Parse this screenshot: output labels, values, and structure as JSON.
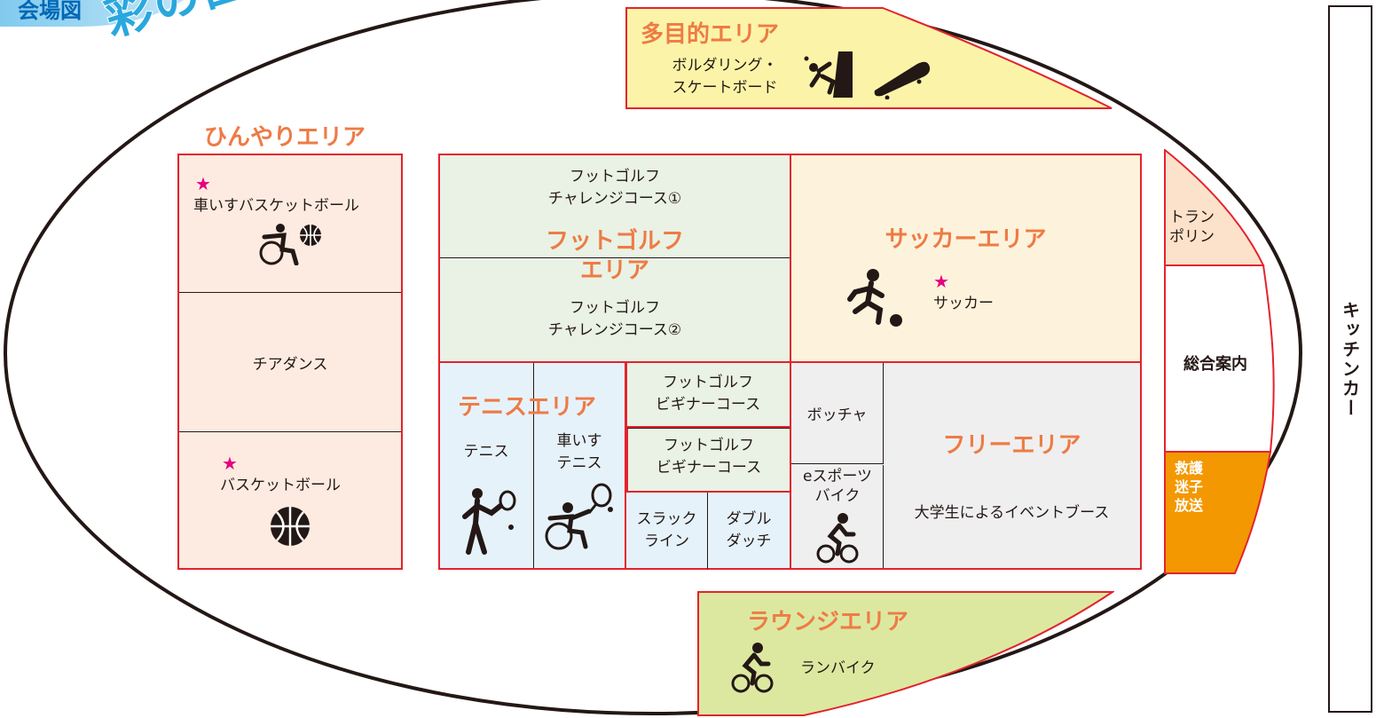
{
  "corner_label": "会場図",
  "banner": "彩の国くまがやドーム",
  "kitchen_car": "キッチンカー",
  "colors": {
    "title_orange": "#ee7b45",
    "border_red": "#e3232e",
    "star_pink": "#e5007f",
    "banner_blue": "#2aa7df"
  },
  "areas": {
    "multipurpose": {
      "title": "多目的エリア",
      "label": "ボルダリング・\nスケートボード",
      "icons": [
        "climbing-icon",
        "skateboard-icon"
      ]
    },
    "cool": {
      "title": "ひんやりエリア",
      "wheelchair_basketball": {
        "star": "★",
        "label": "車いすバスケットボール",
        "icon": "wheelchair-basketball-icon"
      },
      "cheer_dance": {
        "label": "チアダンス"
      },
      "basketball": {
        "star": "★",
        "label": "バスケットボール",
        "icon": "basketball-icon"
      }
    },
    "footgolf": {
      "title": "フットゴルフ\nエリア",
      "challenge1": "フットゴルフ\nチャレンジコース①",
      "challenge2": "フットゴルフ\nチャレンジコース②",
      "beginner1": "フットゴルフ\nビギナーコース",
      "beginner2": "フットゴルフ\nビギナーコース"
    },
    "tennis": {
      "title": "テニスエリア",
      "tennis": "テニス",
      "wheelchair_tennis": "車いす\nテニス",
      "icons": [
        "tennis-icon",
        "wheelchair-tennis-icon"
      ]
    },
    "slackline": "スラック\nライン",
    "double_dutch": "ダブル\nダッチ",
    "soccer": {
      "title": "サッカーエリア",
      "star": "★",
      "label": "サッカー",
      "icon": "soccer-icon"
    },
    "boccia": "ボッチャ",
    "esports_bike": {
      "label": "eスポーツ\nバイク",
      "icon": "cycling-icon"
    },
    "free": {
      "title": "フリーエリア",
      "label": "大学生によるイベントブース"
    },
    "trampoline": "トラン\nポリン",
    "info": "総合案内",
    "rescue": "救護\n迷子\n放送",
    "lounge": {
      "title": "ラウンジエリア",
      "label": "ランバイク",
      "icon": "run-bike-icon"
    }
  }
}
